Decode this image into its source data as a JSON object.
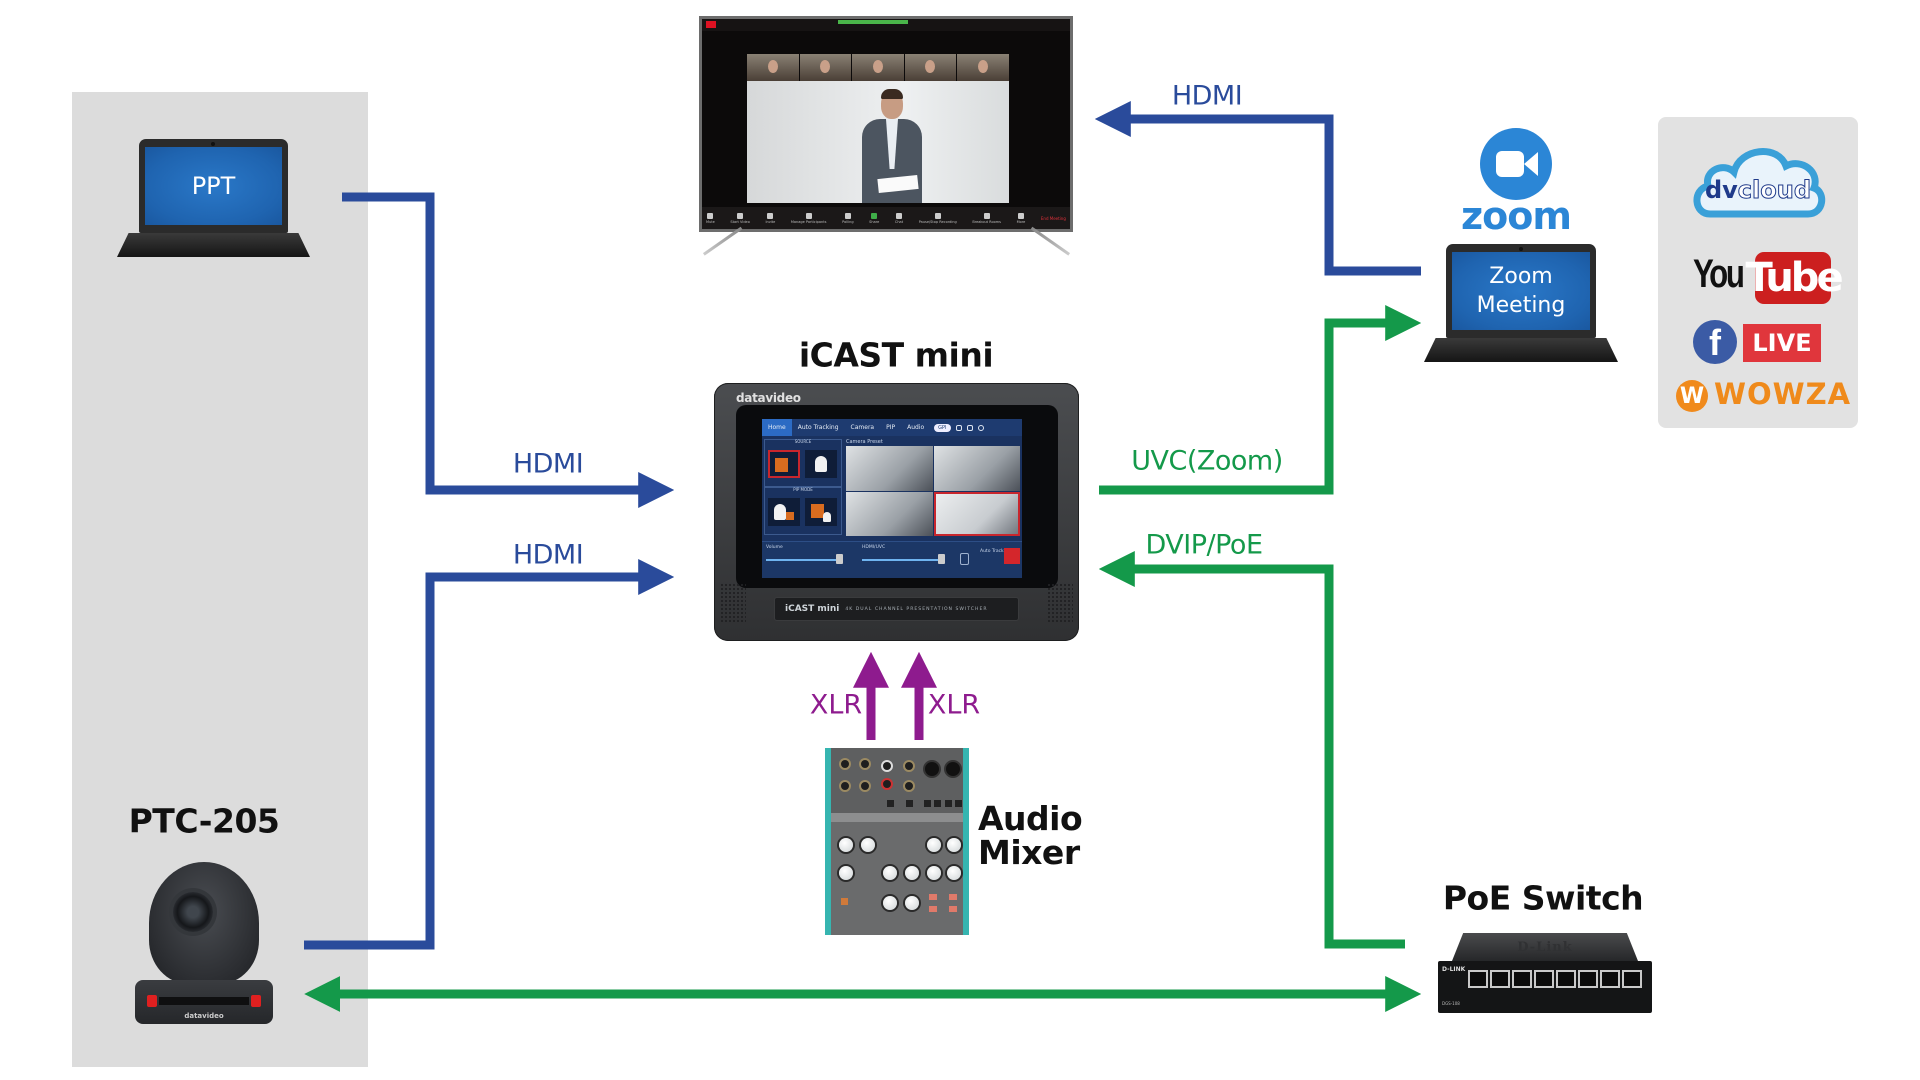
{
  "diagram": {
    "title": "iCAST mini connection diagram",
    "colors": {
      "hdmi": "#2a4b9b",
      "network_usb": "#14994a",
      "audio": "#8e1b8e",
      "panel_gray": "#dcdcdc"
    }
  },
  "devices": {
    "ppt_laptop": {
      "screen_text": "PPT"
    },
    "ptz_camera": {
      "label": "PTC-205",
      "brand": "datavideo"
    },
    "display": {
      "zoom_toolbar": [
        "Mute",
        "Start Video",
        "Invite",
        "Manage Participants",
        "Polling",
        "Share",
        "Chat",
        "Pause/Stop Recording",
        "Breakout Rooms",
        "More"
      ],
      "end_button": "End Meeting"
    },
    "icast": {
      "label": "iCAST mini",
      "brand": "datavideo",
      "tabs": [
        "Home",
        "Auto Tracking",
        "Camera",
        "PIP",
        "Audio"
      ],
      "gpi": "GPI",
      "source_title": "SOURCE",
      "pip_title": "PIP MODE",
      "preset_title": "Camera Preset",
      "volume_label": "Volume",
      "output_label": "HDMI/UVC",
      "auto_tracking_label": "Auto Tracking",
      "plate_logo": "iCAST mini",
      "plate_text": "4K DUAL CHANNEL PRESENTATION SWITCHER"
    },
    "audio_mixer": {
      "label_line1": "Audio",
      "label_line2": "Mixer"
    },
    "zoom_laptop": {
      "logo_text": "zoom",
      "screen_line1": "Zoom",
      "screen_line2": "Meeting"
    },
    "poe_switch": {
      "label": "PoE Switch",
      "brand": "D-Link",
      "front_brand": "D-LINK",
      "model": "DGS-108"
    }
  },
  "connections": {
    "ppt_to_icast": "HDMI",
    "camera_to_icast": "HDMI",
    "zoom_to_display": "HDMI",
    "icast_to_zoom": "UVC(Zoom)",
    "switch_to_icast": "DVIP/PoE",
    "mixer_left": "XLR",
    "mixer_right": "XLR"
  },
  "streaming_platforms": {
    "dvcloud": {
      "text_a": "dv",
      "text_b": "cloud"
    },
    "youtube": {
      "you": "You",
      "tube": "Tube"
    },
    "facebook": {
      "icon": "f",
      "live": "LIVE"
    },
    "wowza": {
      "icon": "W",
      "text": "WOWZA"
    }
  }
}
